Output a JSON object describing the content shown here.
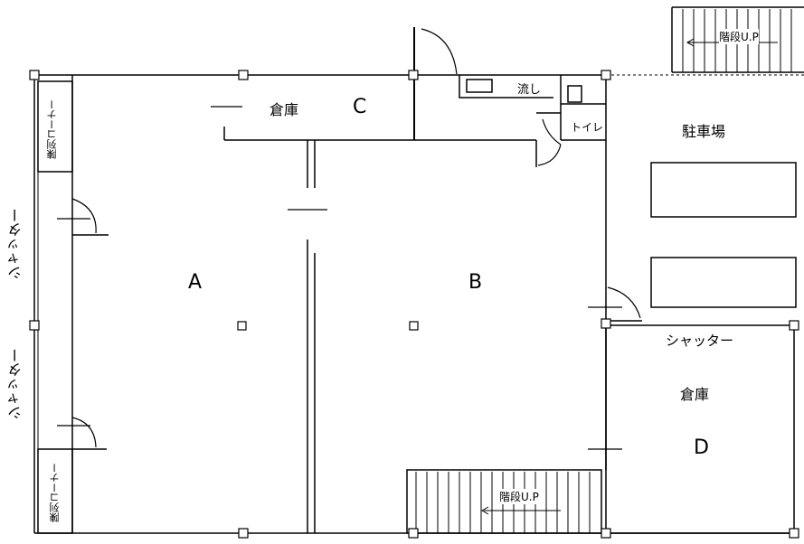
{
  "rooms": {
    "a": "A",
    "b": "B",
    "c": "C",
    "d": "D"
  },
  "labels": {
    "storage_c": "倉庫",
    "storage_d": "倉庫",
    "sink": "流し",
    "toilet": "トイレ",
    "parking": "駐車場",
    "stairs_top": "階段U.P",
    "stairs_bottom": "階段U.P",
    "display_top": "陳列コーナー",
    "display_bottom": "陳列コーナー",
    "shutter_left_top": "シャッター",
    "shutter_left_bottom": "シャッター",
    "shutter_d": "シャッター"
  }
}
